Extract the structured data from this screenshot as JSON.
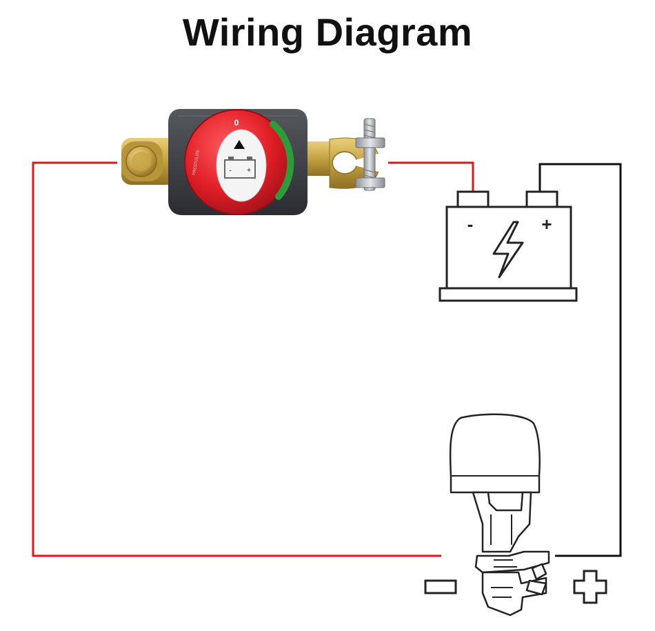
{
  "title": "Wiring Diagram",
  "battery": {
    "negative_symbol": "-",
    "positive_symbol": "+"
  },
  "switch": {
    "off_marker": "0",
    "mini_negative": "-",
    "mini_positive": "+",
    "text_tag": "PRESTOLITE"
  },
  "motor": {
    "negative_symbol": "−",
    "positive_symbol": "+"
  },
  "colors": {
    "positive_wire": "#e3141c",
    "negative_wire": "#111111",
    "switch_knob": "#e01e26",
    "switch_body": "#3a3c40",
    "brass": "#c9a64a"
  }
}
